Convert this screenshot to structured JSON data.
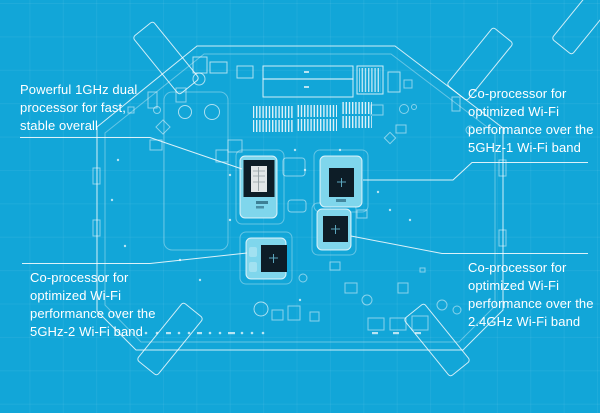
{
  "colors": {
    "background": "#12a6d8",
    "grid_line": "rgba(255,255,255,0.06)",
    "blueprint_line": "#ffffff",
    "chip_pad": "#7fd6ec",
    "chip_die": "#0d1d27",
    "chip_label": "#e2e6e7",
    "text": "#ffffff"
  },
  "callouts": [
    {
      "id": "cpu",
      "lines": [
        "Powerful 1GHz dual",
        "processor for fast,",
        "stable overall"
      ]
    },
    {
      "id": "wifi-5ghz-1",
      "lines": [
        "Co-processor for",
        "optimized Wi-Fi",
        "performance over the",
        "5GHz-1 Wi-Fi band"
      ]
    },
    {
      "id": "wifi-5ghz-2",
      "lines": [
        "Co-processor for",
        "optimized Wi-Fi",
        "performance over the",
        "5GHz-2 Wi-Fi band"
      ]
    },
    {
      "id": "wifi-2-4ghz",
      "lines": [
        "Co-processor for",
        "optimized Wi-Fi",
        "performance over the",
        "2.4GHz Wi-Fi band"
      ]
    }
  ]
}
